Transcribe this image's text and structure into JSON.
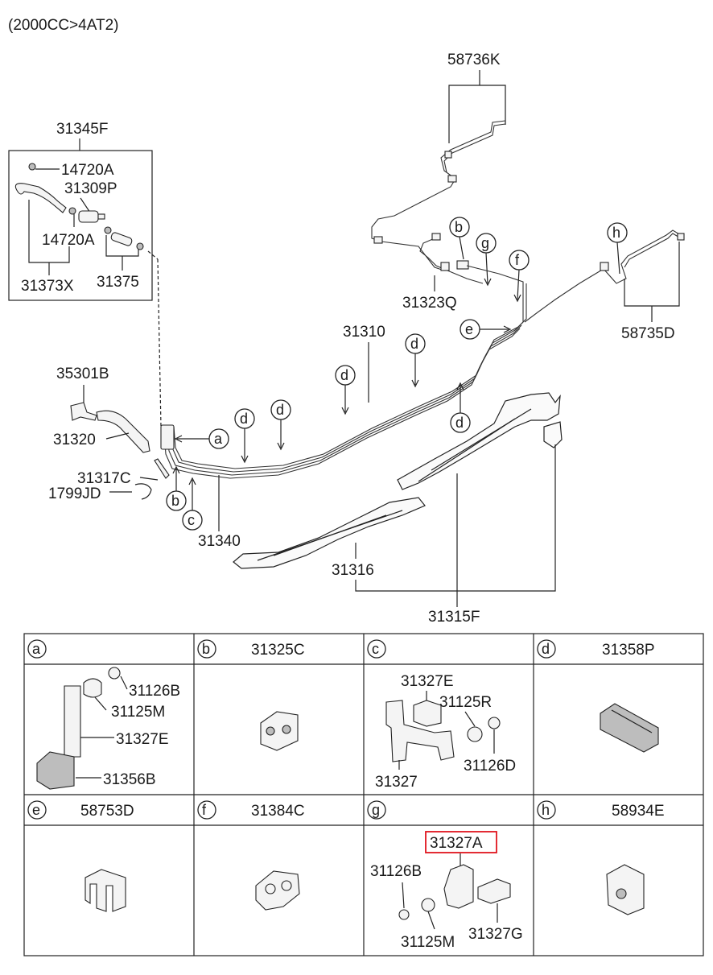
{
  "header": {
    "spec": "(2000CC>4AT2)"
  },
  "callouts": {
    "p58736K": "58736K",
    "p31345F": "31345F",
    "p14720A_1": "14720A",
    "p31309P": "31309P",
    "p14720A_2": "14720A",
    "p31373X": "31373X",
    "p31375": "31375",
    "p31323Q": "31323Q",
    "p31310": "31310",
    "p58735D": "58735D",
    "p35301B": "35301B",
    "p31320": "31320",
    "p31317C": "31317C",
    "p1799JD": "1799JD",
    "p31340": "31340",
    "p31316": "31316",
    "p31315F": "31315F"
  },
  "circle_letters": {
    "a": "a",
    "b1": "b",
    "b2": "b",
    "c": "c",
    "d1": "d",
    "d2": "d",
    "d3": "d",
    "d4": "d",
    "d5": "d",
    "e": "e",
    "f": "f",
    "g": "g",
    "h": "h"
  },
  "detail_grid": [
    {
      "letter": "a",
      "part": "",
      "labels": [
        "31126B",
        "31125M",
        "31327E",
        "31356B"
      ]
    },
    {
      "letter": "b",
      "part": "31325C",
      "labels": []
    },
    {
      "letter": "c",
      "part": "",
      "labels": [
        "31327E",
        "31125R",
        "31327",
        "31126D"
      ]
    },
    {
      "letter": "d",
      "part": "31358P",
      "labels": []
    },
    {
      "letter": "e",
      "part": "58753D",
      "labels": []
    },
    {
      "letter": "f",
      "part": "31384C",
      "labels": []
    },
    {
      "letter": "g",
      "part": "",
      "labels": [
        "31327A",
        "31126B",
        "31125M",
        "31327G"
      ]
    },
    {
      "letter": "h",
      "part": "58934E",
      "labels": []
    }
  ],
  "highlight": {
    "part": "31327A",
    "color": "#e0141e"
  }
}
